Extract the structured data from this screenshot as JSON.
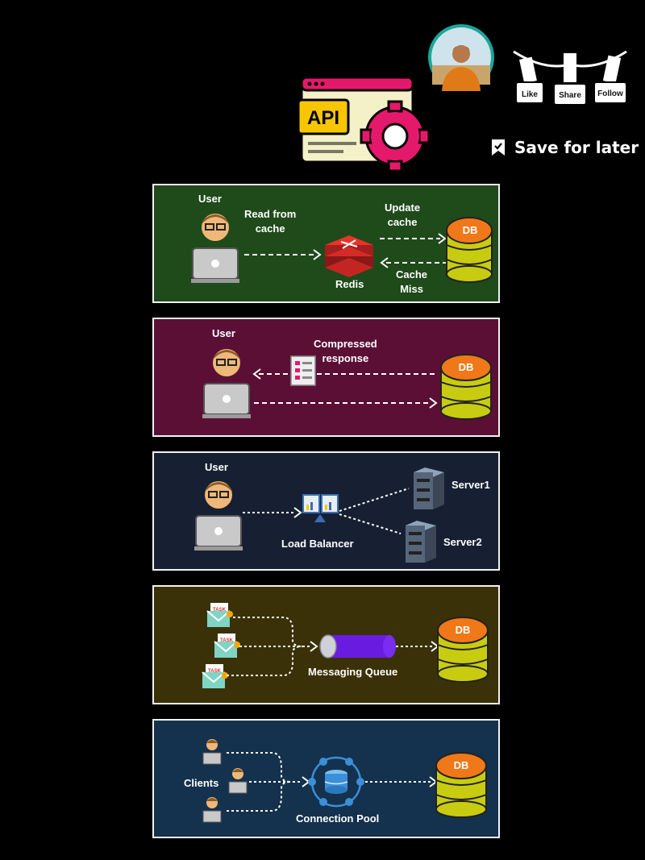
{
  "header": {
    "save_label": "Save for later",
    "tags": [
      "Like",
      "Share",
      "Follow"
    ],
    "api_label": "API"
  },
  "colors": {
    "background": "#000000",
    "panel1": "#1f4a1a",
    "panel2": "#5c0f35",
    "panel3": "#172033",
    "panel4": "#3b3108",
    "panel5": "#14324d",
    "db_top": "#f07818",
    "db_body": "#c8cc10",
    "gear": "#e5196b"
  },
  "panels": [
    {
      "user_label": "User",
      "arrow_label": "Read from\ncache",
      "update_label": "Update\ncache",
      "miss_label": "Cache\nMiss",
      "redis_label": "Redis",
      "db_label": "DB"
    },
    {
      "user_label": "User",
      "arrow_label": "Compressed\nresponse",
      "db_label": "DB"
    },
    {
      "user_label": "User",
      "lb_label": "Load Balancer",
      "server1_label": "Server1",
      "server2_label": "Server2"
    },
    {
      "task_label": "TASK",
      "queue_label": "Messaging Queue",
      "db_label": "DB"
    },
    {
      "clients_label": "Clients",
      "pool_label": "Connection Pool",
      "db_label": "DB"
    }
  ]
}
